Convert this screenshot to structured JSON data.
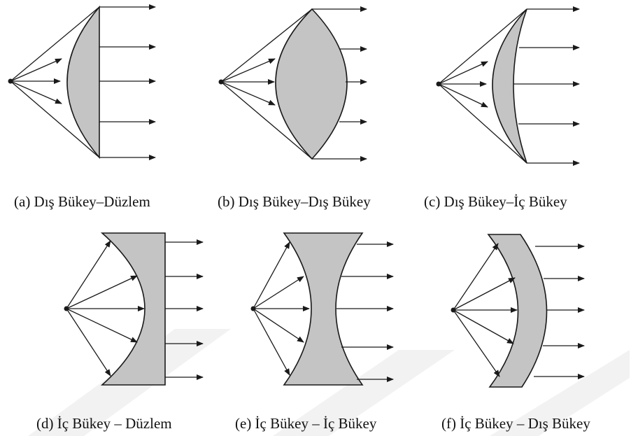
{
  "colors": {
    "lens_fill": "#c4c4c4",
    "line": "#1a1a1a",
    "background": "#ffffff",
    "watermark": "#f2f2f2"
  },
  "figure": {
    "captions": {
      "a": "(a)  Dış Bükey–Düzlem",
      "b": "(b) Dış Bükey–Dış Bükey",
      "c": "(c) Dış Bükey–İç Bükey",
      "d": "(d) İç Bükey – Düzlem",
      "e": "(e) İç Bükey – İç Bükey",
      "f": "(f) İç Bükey – Dış Bükey"
    }
  }
}
